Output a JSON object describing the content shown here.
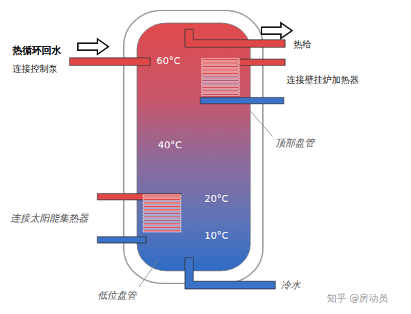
{
  "diagram": {
    "nodes": [
      {
        "text": [
          "60°C",
          "40°C",
          "20°C",
          "10°C"
        ]
      }
    ],
    "labels": [
      "热循环回水",
      "连接控制泵",
      "热给",
      "连接壁挂炉加热器",
      "顶部盘管",
      "连接太阳能集热器",
      "低位盘管",
      "冷水",
      "知乎 @房动员"
    ]
  }
}
